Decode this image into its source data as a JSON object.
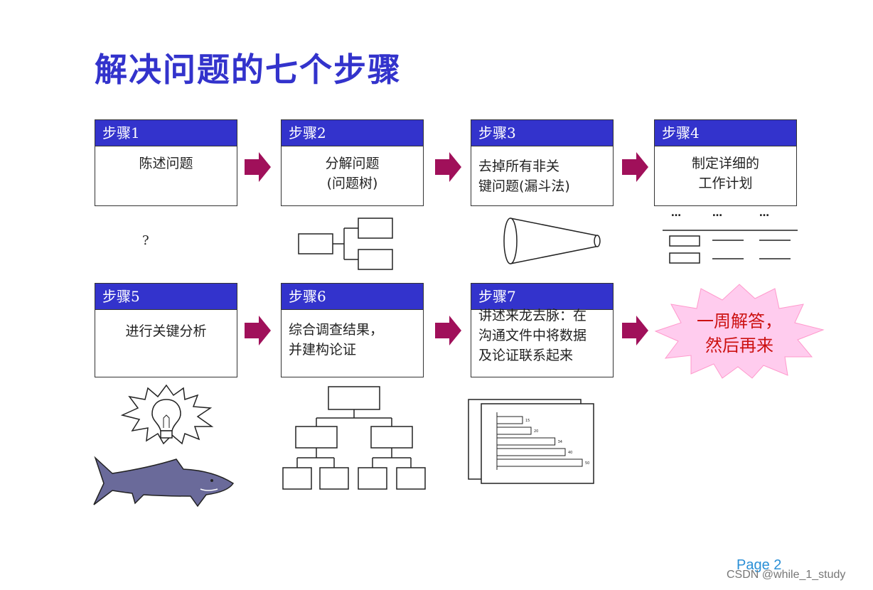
{
  "title": "解决问题的七个步骤",
  "steps": [
    {
      "label": "步骤1",
      "text": "陈述问题"
    },
    {
      "label": "步骤2",
      "text": "分解问题\n(问题树)"
    },
    {
      "label": "步骤3",
      "text": "去掉所有非关\n键问题(漏斗法)"
    },
    {
      "label": "步骤4",
      "text": "制定详细的\n工作计划"
    },
    {
      "label": "步骤5",
      "text": "进行关键分析"
    },
    {
      "label": "步骤6",
      "text": "综合调查结果，\n并建构论证"
    },
    {
      "label": "步骤7",
      "text": "讲述来龙去脉：在\n沟通文件中将数据\n及论证联系起来"
    }
  ],
  "question_mark": "?",
  "burst_text": "一周解答，\n然后再来",
  "chart_labels": [
    "15",
    "20",
    "34",
    "40",
    "50"
  ],
  "page_label": "Page  2",
  "watermark": "CSDN @while_1_study",
  "colors": {
    "header": "#3333cc",
    "arrow": "#a0105a",
    "burst_fill": "#ffccee",
    "burst_text": "#cc1111"
  }
}
